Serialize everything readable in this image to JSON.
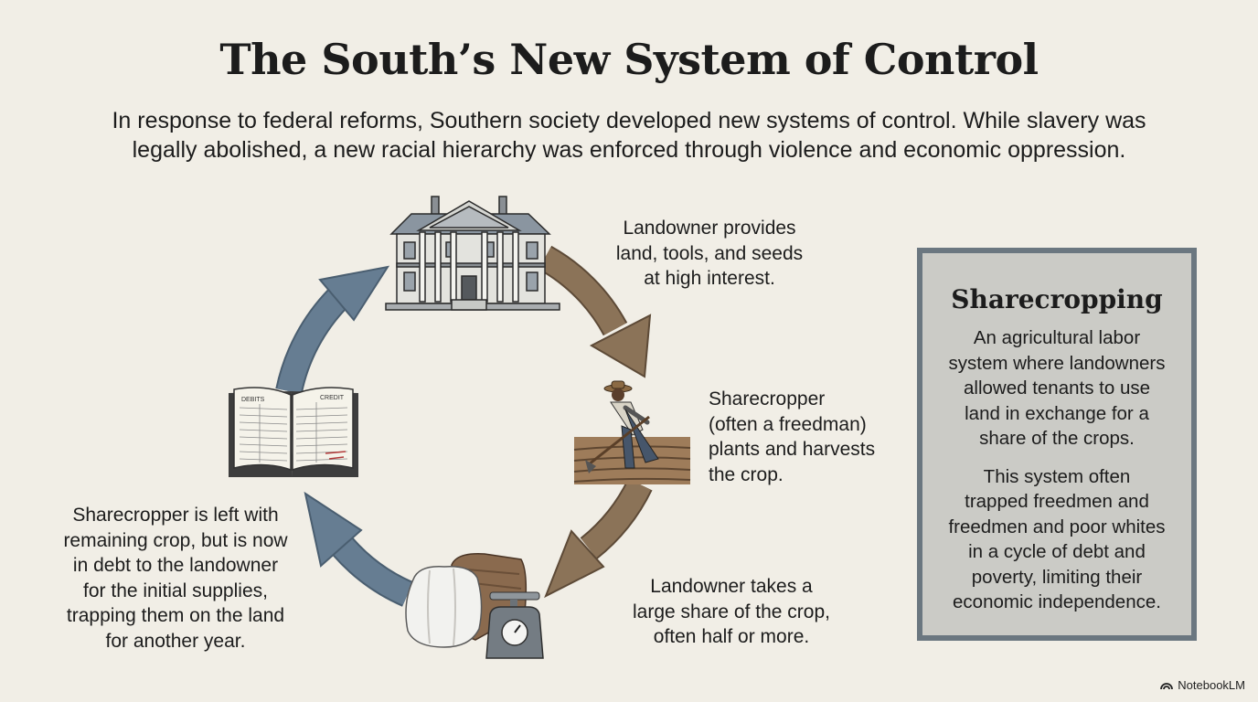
{
  "title": "The South’s New System of Control",
  "subtitle_line1": "In response to federal reforms, Southern society developed new systems of control. While slavery was",
  "subtitle_line2": "legally abolished, a new racial hierarchy was enforced through violence and economic oppression.",
  "cycle": {
    "step1": [
      "Landowner provides",
      "land, tools, and seeds",
      "at high interest."
    ],
    "step2": [
      "Sharecropper",
      "(often a freedman)",
      "plants and harvests",
      "the crop."
    ],
    "step3": [
      "Landowner takes a",
      "large share of the crop,",
      "often half or more."
    ],
    "step4": [
      "Sharecropper is left with",
      "remaining crop, but is now",
      "in debt to the landowner",
      "for the initial supplies,",
      "trapping them on the land",
      "for another year."
    ]
  },
  "ledger": {
    "left_heading": "DEBITS",
    "right_heading": "CREDIT"
  },
  "definition": {
    "heading": "Sharecropping",
    "paragraph1": [
      "An agricultural labor",
      "system where landowners",
      "allowed tenants to use",
      "land in exchange for a",
      "share of the crops."
    ],
    "paragraph2": [
      "This system often",
      "trapped freedmen and",
      "freedmen and poor whites",
      "in a cycle of debt and",
      "poverty, limiting their",
      "economic independence."
    ]
  },
  "brand": "NotebookLM",
  "icons": [
    "plantation-house-icon",
    "farmer-hoeing-icon",
    "cotton-bale-scale-icon",
    "ledger-book-icon",
    "notebooklm-logo-icon"
  ],
  "colors": {
    "background": "#f1eee6",
    "brown_arrow": "#8b7358",
    "blue_arrow": "#667d92",
    "box_border": "#6b7780",
    "box_fill": "#cbcbc6"
  }
}
